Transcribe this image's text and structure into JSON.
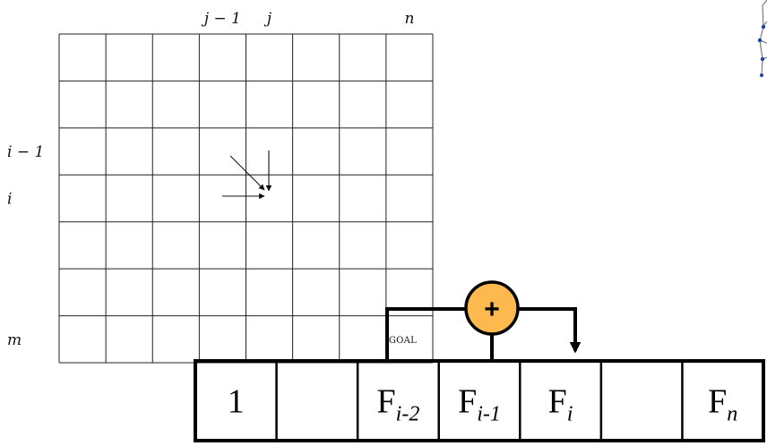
{
  "grid": {
    "rows": 7,
    "cols": 8,
    "column_labels": [
      {
        "col": 3,
        "text": "j − 1"
      },
      {
        "col": 4,
        "text": "j"
      },
      {
        "col": 7,
        "text": "n"
      }
    ],
    "row_labels": [
      {
        "row": 2,
        "text": "i − 1"
      },
      {
        "row": 3,
        "text": "i"
      },
      {
        "row": 6,
        "text": "m"
      }
    ],
    "goal_cell": {
      "row": 6,
      "col": 7,
      "text": "GOAL"
    }
  },
  "array": {
    "cells": [
      {
        "main": "1",
        "sub": ""
      },
      {
        "main": "",
        "sub": ""
      },
      {
        "main": "F",
        "sub": "i-2"
      },
      {
        "main": "F",
        "sub": "i-1"
      },
      {
        "main": "F",
        "sub": "i"
      },
      {
        "main": "",
        "sub": ""
      },
      {
        "main": "F",
        "sub": "n"
      }
    ]
  },
  "adder": {
    "symbol": "+",
    "fill_color": "#FDB94E",
    "stroke_color": "#000000"
  }
}
